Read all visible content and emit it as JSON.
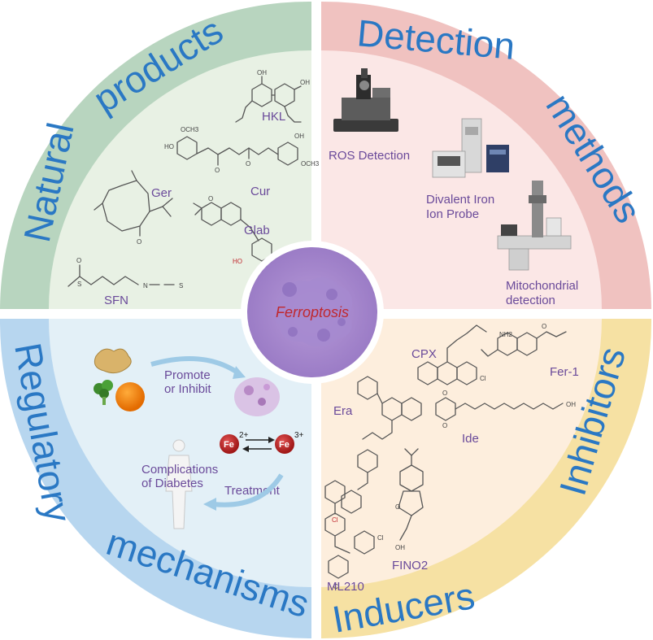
{
  "center": {
    "label": "Ferroptosis"
  },
  "quadrants": {
    "natural_products": {
      "title_line1": "Natural",
      "title_line2": "products",
      "compounds": [
        "HKL",
        "Cur",
        "Ger",
        "Glab",
        "SFN"
      ],
      "colors": {
        "ring": "#b8d5bf",
        "fill": "#e8f1e4"
      }
    },
    "detection_methods": {
      "title_line1": "Detection",
      "title_line2": "methods",
      "items": [
        "ROS Detection",
        "Divalent Iron",
        "Ion Probe",
        "Mitochondrial",
        "detection"
      ],
      "colors": {
        "ring": "#f0c2c0",
        "fill": "#fbe7e6"
      }
    },
    "regulatory_mechanisms": {
      "title_line1": "Regulatory",
      "title_line2": "mechanisms",
      "labels": [
        "Promote",
        "or Inhibit",
        "Complications",
        "of Diabetes",
        "Treatment"
      ],
      "fe_left": "Fe",
      "fe_left_charge": "2+",
      "fe_right": "Fe",
      "fe_right_charge": "3+",
      "colors": {
        "ring": "#b7d6ef",
        "fill": "#e3f0f7"
      }
    },
    "inhibitors_inducers": {
      "title_line1": "Inhibitors",
      "title_line2": "Inducers",
      "compounds": [
        "CPX",
        "Fer-1",
        "Era",
        "Ide",
        "ML210",
        "FINO2"
      ],
      "colors": {
        "ring": "#f6e1a3",
        "fill": "#fdeedd"
      }
    }
  },
  "chem_atoms": {
    "oh": "OH",
    "och3": "OCH3",
    "o": "O",
    "ho": "HO",
    "n": "N",
    "s": "S",
    "nh2": "NH2",
    "cl": "Cl"
  },
  "accent_colors": {
    "title_blue": "#2a78c4",
    "label_purple": "#6a4a9a",
    "center_red": "#c0282e",
    "fe_red": "#c0282e"
  }
}
